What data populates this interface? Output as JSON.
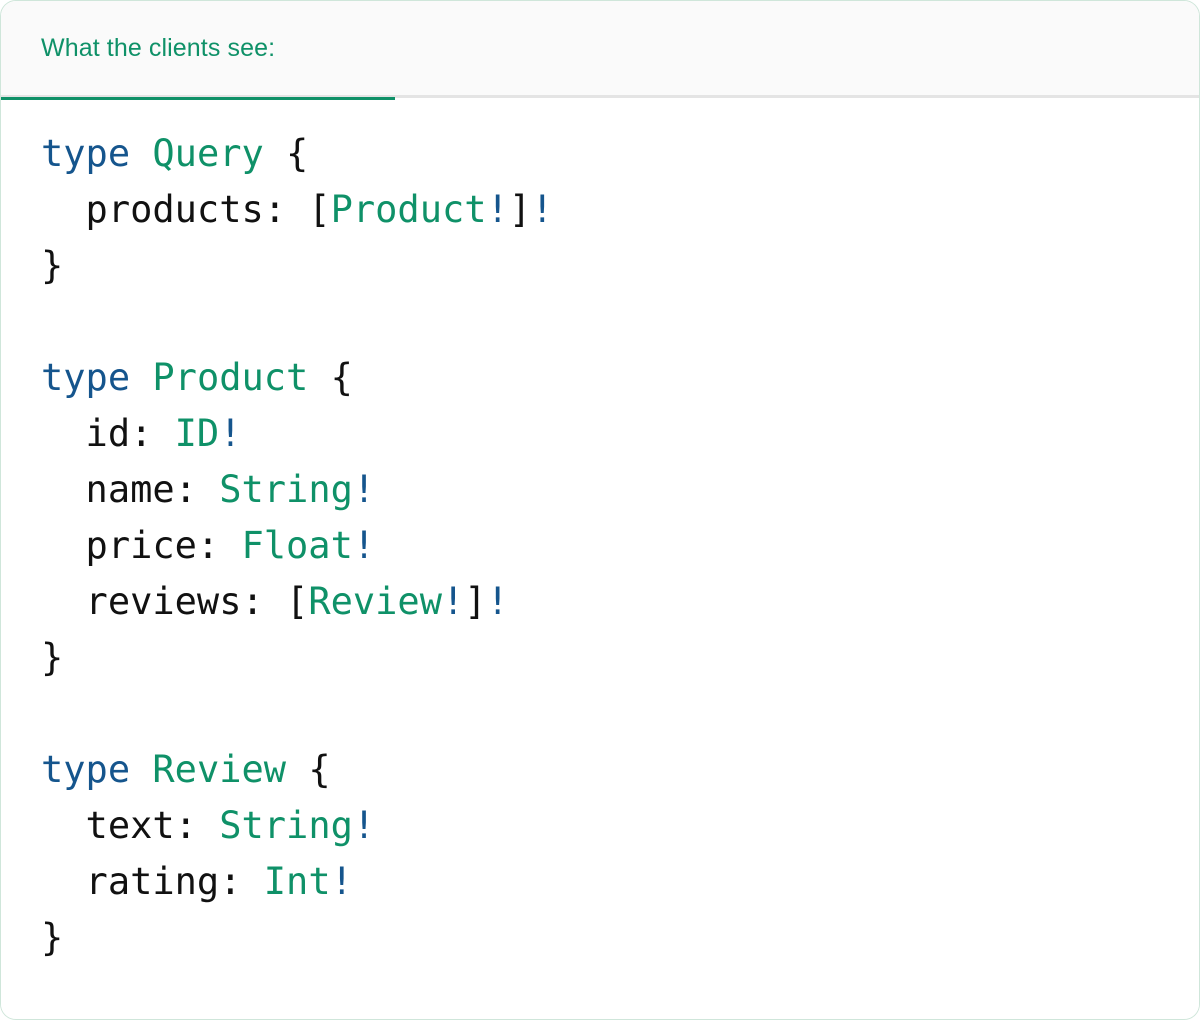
{
  "card": {
    "accent_color": "#0f9168",
    "border_color": "#cfe6da",
    "background": "#ffffff"
  },
  "tabs": {
    "active_index": 0,
    "items": [
      {
        "label": "What the clients see:",
        "active": true
      }
    ]
  },
  "editor": {
    "language": "graphql",
    "syntax_colors": {
      "keyword": "#15558d",
      "type_name": "#0f9168",
      "non_null_bang": "#15558d",
      "punctuation": "#111111",
      "field_name": "#111111"
    },
    "lines": [
      {
        "id": "l1",
        "tokens": [
          {
            "t": "type",
            "c": "kw"
          },
          {
            "t": " ",
            "c": "plain"
          },
          {
            "t": "Query",
            "c": "type"
          },
          {
            "t": " {",
            "c": "plain"
          }
        ]
      },
      {
        "id": "l2",
        "tokens": [
          {
            "t": "  products: [",
            "c": "plain"
          },
          {
            "t": "Product",
            "c": "type"
          },
          {
            "t": "!",
            "c": "bang"
          },
          {
            "t": "]",
            "c": "plain"
          },
          {
            "t": "!",
            "c": "bang"
          }
        ]
      },
      {
        "id": "l3",
        "tokens": [
          {
            "t": "}",
            "c": "plain"
          }
        ]
      },
      {
        "id": "l4",
        "tokens": [
          {
            "t": " ",
            "c": "plain"
          }
        ]
      },
      {
        "id": "l5",
        "tokens": [
          {
            "t": "type",
            "c": "kw"
          },
          {
            "t": " ",
            "c": "plain"
          },
          {
            "t": "Product",
            "c": "type"
          },
          {
            "t": " {",
            "c": "plain"
          }
        ]
      },
      {
        "id": "l6",
        "tokens": [
          {
            "t": "  id: ",
            "c": "plain"
          },
          {
            "t": "ID",
            "c": "type"
          },
          {
            "t": "!",
            "c": "bang"
          }
        ]
      },
      {
        "id": "l7",
        "tokens": [
          {
            "t": "  name: ",
            "c": "plain"
          },
          {
            "t": "String",
            "c": "type"
          },
          {
            "t": "!",
            "c": "bang"
          }
        ]
      },
      {
        "id": "l8",
        "tokens": [
          {
            "t": "  price: ",
            "c": "plain"
          },
          {
            "t": "Float",
            "c": "type"
          },
          {
            "t": "!",
            "c": "bang"
          }
        ]
      },
      {
        "id": "l9",
        "tokens": [
          {
            "t": "  reviews: [",
            "c": "plain"
          },
          {
            "t": "Review",
            "c": "type"
          },
          {
            "t": "!",
            "c": "bang"
          },
          {
            "t": "]",
            "c": "plain"
          },
          {
            "t": "!",
            "c": "bang"
          }
        ]
      },
      {
        "id": "l10",
        "tokens": [
          {
            "t": "}",
            "c": "plain"
          }
        ]
      },
      {
        "id": "l11",
        "tokens": [
          {
            "t": " ",
            "c": "plain"
          }
        ]
      },
      {
        "id": "l12",
        "tokens": [
          {
            "t": "type",
            "c": "kw"
          },
          {
            "t": " ",
            "c": "plain"
          },
          {
            "t": "Review",
            "c": "type"
          },
          {
            "t": " {",
            "c": "plain"
          }
        ]
      },
      {
        "id": "l13",
        "tokens": [
          {
            "t": "  text: ",
            "c": "plain"
          },
          {
            "t": "String",
            "c": "type"
          },
          {
            "t": "!",
            "c": "bang"
          }
        ]
      },
      {
        "id": "l14",
        "tokens": [
          {
            "t": "  rating: ",
            "c": "plain"
          },
          {
            "t": "Int",
            "c": "type"
          },
          {
            "t": "!",
            "c": "bang"
          }
        ]
      },
      {
        "id": "l15",
        "tokens": [
          {
            "t": "}",
            "c": "plain"
          }
        ]
      }
    ]
  }
}
